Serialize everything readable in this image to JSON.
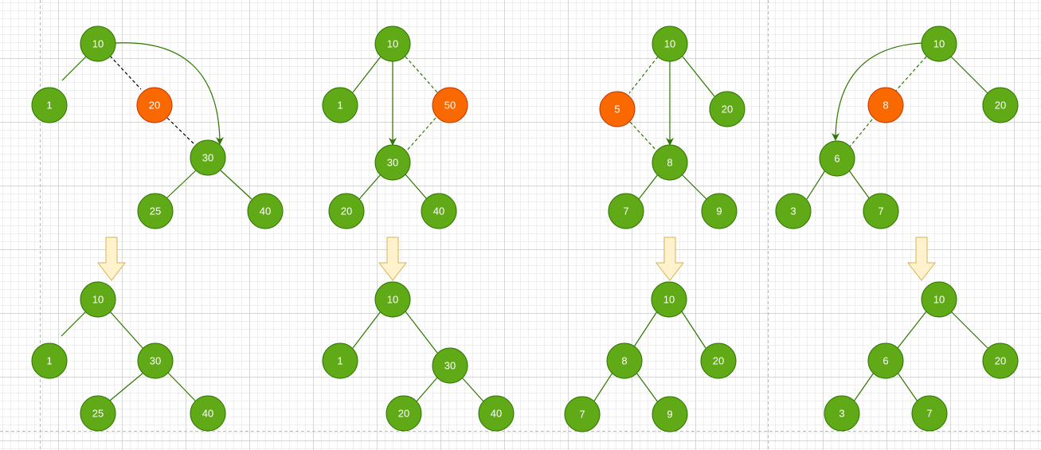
{
  "colors": {
    "node_fill": "#60a917",
    "node_stroke": "#2d7600",
    "highlight_fill": "#fa6800",
    "highlight_stroke": "#c73500",
    "arrow_fill": "#fff2cc",
    "arrow_stroke": "#d6b656",
    "edge": "#2d7600",
    "dashed_black": "#000000",
    "page_border": "#bbbbbb"
  },
  "panels": [
    {
      "before": {
        "nodes": [
          "10",
          "1",
          "20",
          "30",
          "25",
          "40"
        ],
        "removed": "20"
      },
      "after": {
        "nodes": [
          "10",
          "1",
          "30",
          "25",
          "40"
        ]
      }
    },
    {
      "before": {
        "nodes": [
          "10",
          "1",
          "50",
          "30",
          "20",
          "40"
        ],
        "removed": "50"
      },
      "after": {
        "nodes": [
          "10",
          "1",
          "30",
          "20",
          "40"
        ]
      }
    },
    {
      "before": {
        "nodes": [
          "10",
          "5",
          "20",
          "8",
          "7",
          "9"
        ],
        "removed": "5"
      },
      "after": {
        "nodes": [
          "10",
          "8",
          "20",
          "7",
          "9"
        ]
      }
    },
    {
      "before": {
        "nodes": [
          "10",
          "8",
          "20",
          "6",
          "3",
          "7"
        ],
        "removed": "8"
      },
      "after": {
        "nodes": [
          "10",
          "6",
          "20",
          "3",
          "7"
        ]
      }
    }
  ]
}
